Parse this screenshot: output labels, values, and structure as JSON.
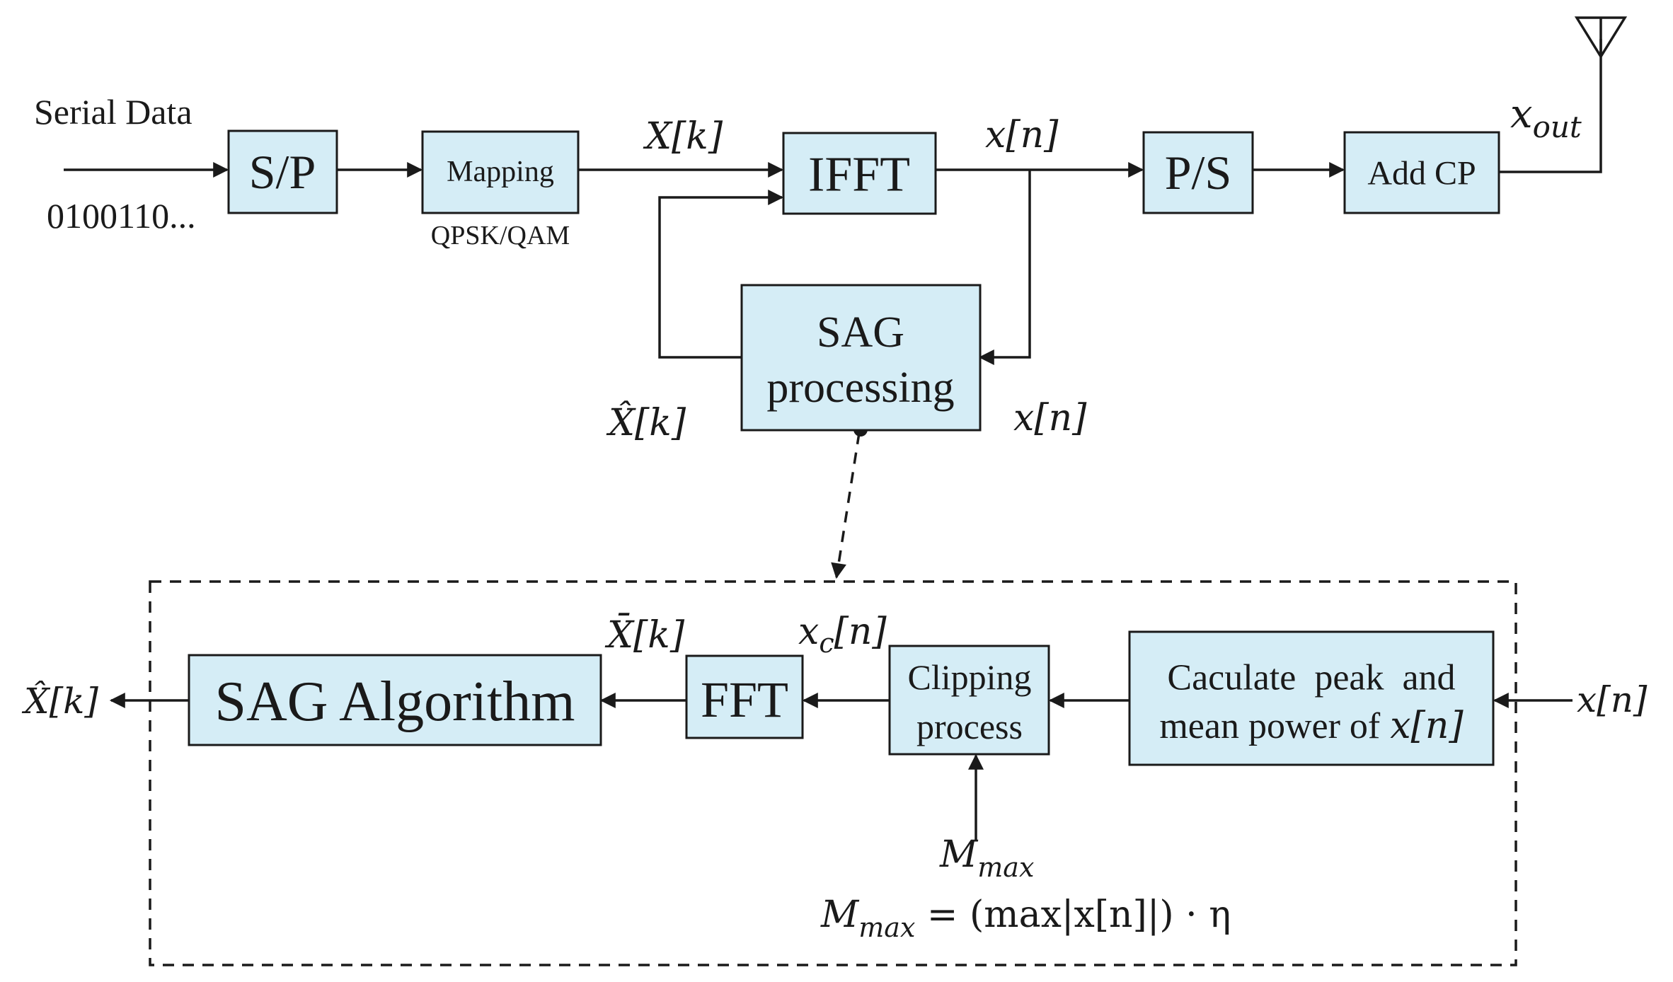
{
  "blocks": {
    "sp": "S/P",
    "mapping": "Mapping",
    "ifft": "IFFT",
    "ps": "P/S",
    "addcp": "Add CP",
    "sag_line1": "SAG",
    "sag_line2": "processing",
    "sag_algorithm": "SAG Algorithm",
    "fft": "FFT",
    "clip_line1": "Clipping",
    "clip_line2": "process",
    "calc_line1": "Caculate  peak  and",
    "calc_line2": "mean power of"
  },
  "labels": {
    "serial_data": "Serial Data",
    "bits": "0100110...",
    "modulation": "QPSK/QAM",
    "Xk": "X[k]",
    "xn": "x[n]",
    "xout_base": "x",
    "xout_sub": "out",
    "Xhat_k": "X̂[k]",
    "Xbar_k": "X̄[k]",
    "xc_base": "x",
    "xc_sub": "c",
    "xc_rest": "[n]",
    "Mmax_base": "M",
    "Mmax_sub": "max",
    "formula_rhs": " = (max|x[n]|) · η"
  },
  "colors": {
    "block_fill": "#d5edf6",
    "stroke": "#1a1a1a"
  },
  "icons": {
    "antenna": "antenna-icon"
  }
}
